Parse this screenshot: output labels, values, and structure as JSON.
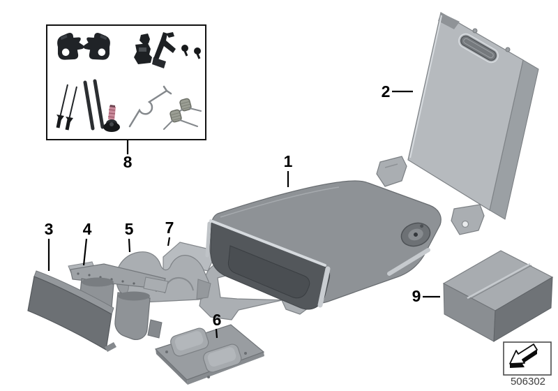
{
  "diagram": {
    "doc_number": "506302",
    "callouts": [
      {
        "label": "1"
      },
      {
        "label": "2"
      },
      {
        "label": "3"
      },
      {
        "label": "4"
      },
      {
        "label": "5"
      },
      {
        "label": "6"
      },
      {
        "label": "7"
      },
      {
        "label": "8"
      },
      {
        "label": "9"
      }
    ],
    "colors": {
      "background": "#ffffff",
      "line_black": "#000000",
      "part_light_gray": "#b6babe",
      "part_mid_gray": "#8e9296",
      "part_dark_gray": "#53575b",
      "hardware_black": "#1d2023",
      "bolt_thread_pink": "#c9899a",
      "doc_number_text": "#3d3d3d"
    }
  }
}
